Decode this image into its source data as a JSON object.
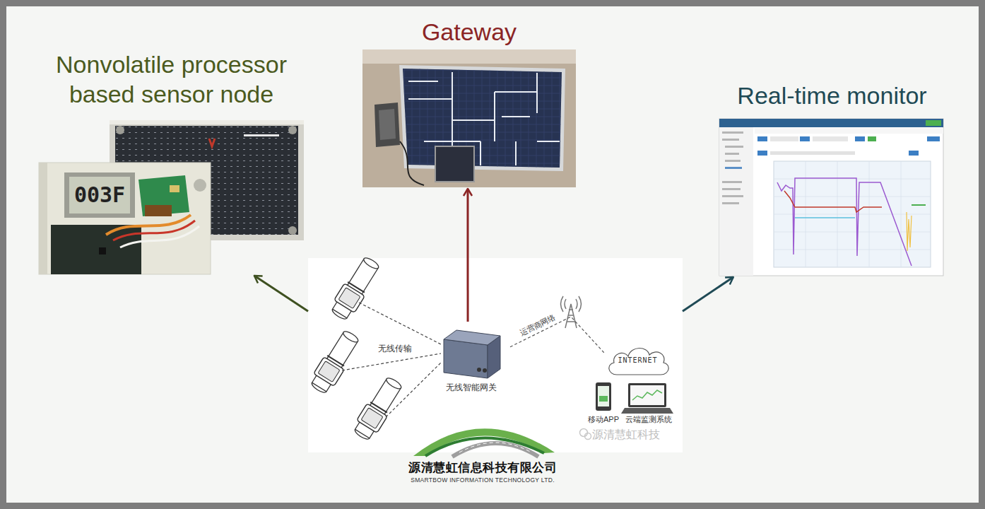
{
  "diagram": {
    "nodes": [
      {
        "text": [
          "Nonvolatile processor based sensor node"
        ]
      },
      {
        "text": [
          "Gateway"
        ]
      },
      {
        "text": [
          "Real-time monitor"
        ]
      },
      {
        "text": [
          "源清慧虹信息科技有限公司",
          "SMARTBOW INFORMATION TECHNOLOGY LTD."
        ]
      },
      {
        "text": [
          "无线智能网关"
        ],
        "in": 3
      },
      {
        "text": [
          "INTERNET"
        ],
        "in": 3
      },
      {
        "text": [
          "移动APP"
        ],
        "in": 3
      },
      {
        "text": [
          "云端监测系统"
        ],
        "in": 3
      }
    ],
    "edges": [
      {
        "from": 3,
        "to": 0,
        "arrow": "to"
      },
      {
        "from": 4,
        "to": 1,
        "arrow": "to"
      },
      {
        "from": 3,
        "to": 2,
        "arrow": "to"
      },
      {
        "from": 4,
        "to": 5,
        "label": "运营商网络",
        "arrow": "none"
      }
    ],
    "labels": [
      "003F",
      "无线传输",
      "源清慧虹科技"
    ]
  }
}
